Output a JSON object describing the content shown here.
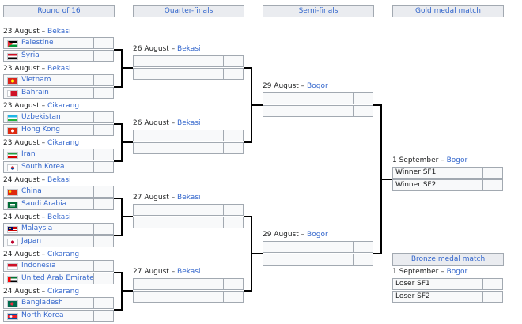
{
  "headers": {
    "r16": "Round of 16",
    "qf": "Quarter-finals",
    "sf": "Semi-finals",
    "gold": "Gold medal match",
    "bronze": "Bronze medal match"
  },
  "sep": " – ",
  "r16": [
    {
      "date": "23 August",
      "venue": "Bekasi",
      "team1": "Palestine",
      "team2": "Syria"
    },
    {
      "date": "23 August",
      "venue": "Bekasi",
      "team1": "Vietnam",
      "team2": "Bahrain"
    },
    {
      "date": "23 August",
      "venue": "Cikarang",
      "team1": "Uzbekistan",
      "team2": "Hong Kong"
    },
    {
      "date": "23 August",
      "venue": "Cikarang",
      "team1": "Iran",
      "team2": "South Korea"
    },
    {
      "date": "24 August",
      "venue": "Bekasi",
      "team1": "China",
      "team2": "Saudi Arabia"
    },
    {
      "date": "24 August",
      "venue": "Bekasi",
      "team1": "Malaysia",
      "team2": "Japan"
    },
    {
      "date": "24 August",
      "venue": "Cikarang",
      "team1": "Indonesia",
      "team2": "United Arab Emirates"
    },
    {
      "date": "24 August",
      "venue": "Cikarang",
      "team1": "Bangladesh",
      "team2": "North Korea"
    }
  ],
  "qf": [
    {
      "date": "26 August",
      "venue": "Bekasi"
    },
    {
      "date": "26 August",
      "venue": "Bekasi"
    },
    {
      "date": "27 August",
      "venue": "Bekasi"
    },
    {
      "date": "27 August",
      "venue": "Bekasi"
    }
  ],
  "sf": [
    {
      "date": "29 August",
      "venue": "Bogor"
    },
    {
      "date": "29 August",
      "venue": "Bogor"
    }
  ],
  "gold": {
    "date": "1 September",
    "venue": "Bogor",
    "team1": "Winner SF1",
    "team2": "Winner SF2"
  },
  "bronze": {
    "date": "1 September",
    "venue": "Bogor",
    "team1": "Loser SF1",
    "team2": "Loser SF2"
  },
  "flags": [
    "palestine-flag-icon",
    "syria-flag-icon",
    "vietnam-flag-icon",
    "bahrain-flag-icon",
    "uzbekistan-flag-icon",
    "hong-kong-flag-icon",
    "iran-flag-icon",
    "south-korea-flag-icon",
    "china-flag-icon",
    "saudi-arabia-flag-icon",
    "malaysia-flag-icon",
    "japan-flag-icon",
    "indonesia-flag-icon",
    "uae-flag-icon",
    "bangladesh-flag-icon",
    "north-korea-flag-icon"
  ],
  "colors": {
    "link": "#3366cc",
    "border": "#a2a9b1",
    "header_bg": "#eaecf0",
    "cell_bg": "#f8f9fa"
  }
}
